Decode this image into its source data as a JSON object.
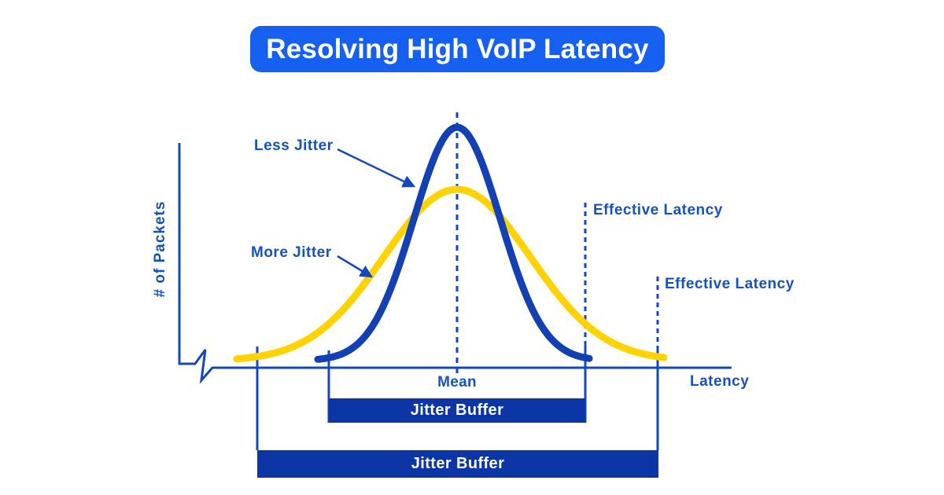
{
  "title": "Resolving High VoIP Latency",
  "colors": {
    "title_bg": "#1560F0",
    "title_text": "#FFFFFF",
    "line_blue": "#1449BE",
    "label_blue": "#1553BE",
    "curve_blue": "#1141B4",
    "curve_yellow": "#FFD200",
    "bar_blue": "#0C36A6",
    "bar_text": "#FFFFFF"
  },
  "labels": {
    "y_axis": "# of Packets",
    "x_axis": "Latency",
    "less_jitter": "Less Jitter",
    "more_jitter": "More Jitter",
    "mean": "Mean",
    "effective_latency_upper": "Effective Latency",
    "effective_latency_lower": "Effective Latency",
    "jitter_buffer_inner": "Jitter Buffer",
    "jitter_buffer_outer": "Jitter Buffer"
  },
  "chart_data": {
    "type": "line",
    "title": "Resolving High VoIP Latency",
    "xlabel": "Latency",
    "ylabel": "# of Packets",
    "grid": false,
    "legend": "inline-arrow-callouts",
    "baseline_y": 459,
    "series": [
      {
        "name": "Less Jitter",
        "shape": "gaussian",
        "mean_x": 581,
        "sigma": 55,
        "peak_height": 297,
        "x_start": 404,
        "x_end": 750,
        "color": "#1141B4"
      },
      {
        "name": "More Jitter",
        "shape": "gaussian",
        "mean_x": 581,
        "sigma": 93,
        "peak_height": 218,
        "x_start": 301,
        "x_end": 846,
        "color": "#FFD200"
      }
    ],
    "annotations": [
      {
        "text": "Mean",
        "type": "dashed-vline",
        "x": 581
      },
      {
        "text": "Effective Latency",
        "type": "dashed-vline",
        "x": 744
      },
      {
        "text": "Effective Latency",
        "type": "dashed-vline",
        "x": 836
      },
      {
        "text": "Jitter Buffer",
        "type": "range-bar",
        "x_start": 418,
        "x_end": 744
      },
      {
        "text": "Jitter Buffer",
        "type": "range-bar",
        "x_start": 327,
        "x_end": 837
      }
    ]
  }
}
